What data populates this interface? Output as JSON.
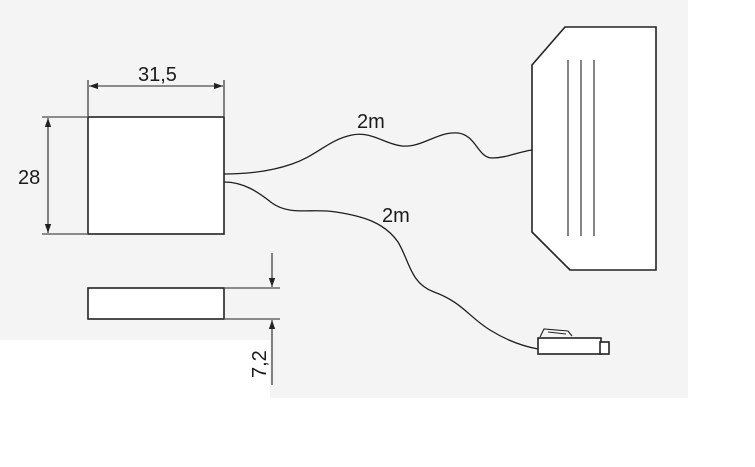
{
  "drawing": {
    "box_width_label": "31,5",
    "box_height_label": "28",
    "box_thickness_label": "7,2",
    "cable_upper_length_label": "2m",
    "cable_lower_length_label": "2m"
  },
  "colors": {
    "line": "#222222",
    "background": "#ffffff",
    "panel": "#f4f4f4"
  }
}
